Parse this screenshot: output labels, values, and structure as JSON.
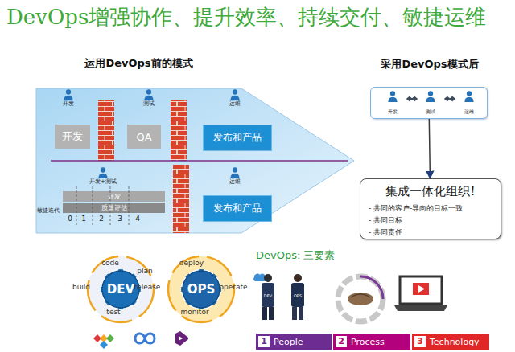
{
  "diagram": {
    "title": "DevOps增强协作、提升效率、持续交付、敏捷运维",
    "nodes": [
      {
        "text": [
          "运用DevOps前的模式"
        ]
      },
      {
        "text": [
          "开发"
        ],
        "in": 0
      },
      {
        "text": [
          "QA"
        ],
        "in": 0
      },
      {
        "text": [
          "发布和产品"
        ],
        "in": 0
      },
      {
        "text": [
          "开发"
        ],
        "in": 0
      },
      {
        "text": [
          "质量评估"
        ],
        "in": 0
      },
      {
        "text": [
          "发布和产品"
        ],
        "in": 0
      },
      {
        "text": [
          "采用DevOps模式后"
        ]
      },
      {
        "text": [
          "集成一体化组织!",
          "- 共同的客户-导向的目标一致",
          "- 共同目标",
          "- 共同责任"
        ]
      },
      {
        "text": [
          "DEV"
        ]
      },
      {
        "text": [
          "OPS"
        ]
      },
      {
        "text": [
          "1",
          "People"
        ]
      },
      {
        "text": [
          "2",
          "Process"
        ]
      },
      {
        "text": [
          "3",
          "Technology"
        ]
      }
    ],
    "edges": [
      {
        "from": 7,
        "to": 8,
        "arrow": "to"
      }
    ],
    "labels": [
      "开发",
      "测试",
      "运维",
      "开发+测试",
      "运维",
      "敏捷迭代",
      "0",
      "1",
      "2",
      "3",
      "4",
      "开发",
      "测试",
      "运维",
      "code",
      "plan",
      "build",
      "release",
      "test",
      "deploy",
      "operate",
      "monitor",
      "DevOps: 三要素",
      "DEV",
      "OPS"
    ]
  }
}
